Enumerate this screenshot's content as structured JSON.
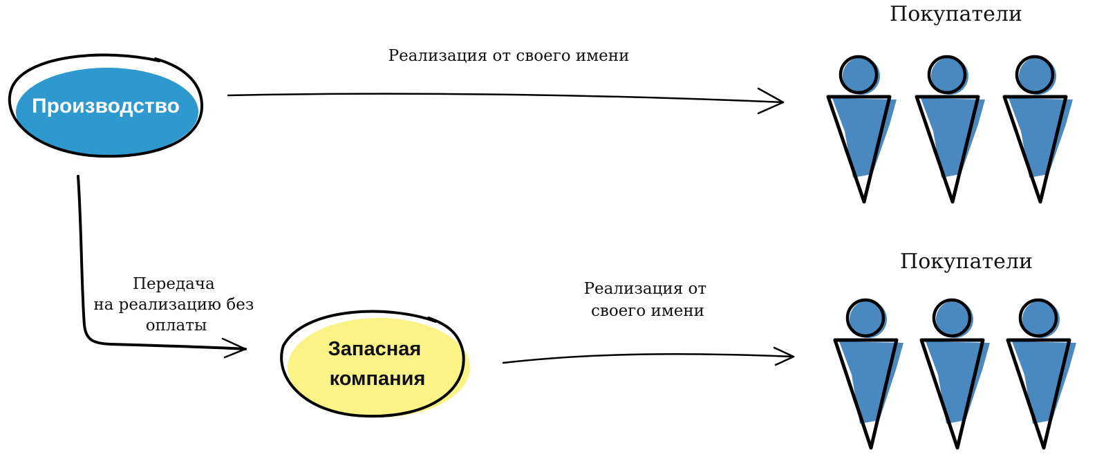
{
  "nodes": {
    "production": {
      "label": "Производство",
      "fill": "#2e99ce",
      "text_color": "#ffffff"
    },
    "reserve_company": {
      "label_lines": [
        "Запасная",
        "компания"
      ],
      "fill": "#fbf385",
      "text_color": "#111111"
    }
  },
  "groups": {
    "top_buyers": {
      "title": "Покупатели",
      "count": 3
    },
    "bottom_buyers": {
      "title": "Покупатели",
      "count": 3
    },
    "person_color": "#4a88c0"
  },
  "edges": {
    "top_sale": {
      "label": "Реализация от своего имени"
    },
    "transfer": {
      "label_lines": [
        "Передача",
        "на реализацию без",
        "оплаты"
      ]
    },
    "bottom_sale": {
      "label_lines": [
        "Реализация от",
        "своего имени"
      ]
    }
  }
}
